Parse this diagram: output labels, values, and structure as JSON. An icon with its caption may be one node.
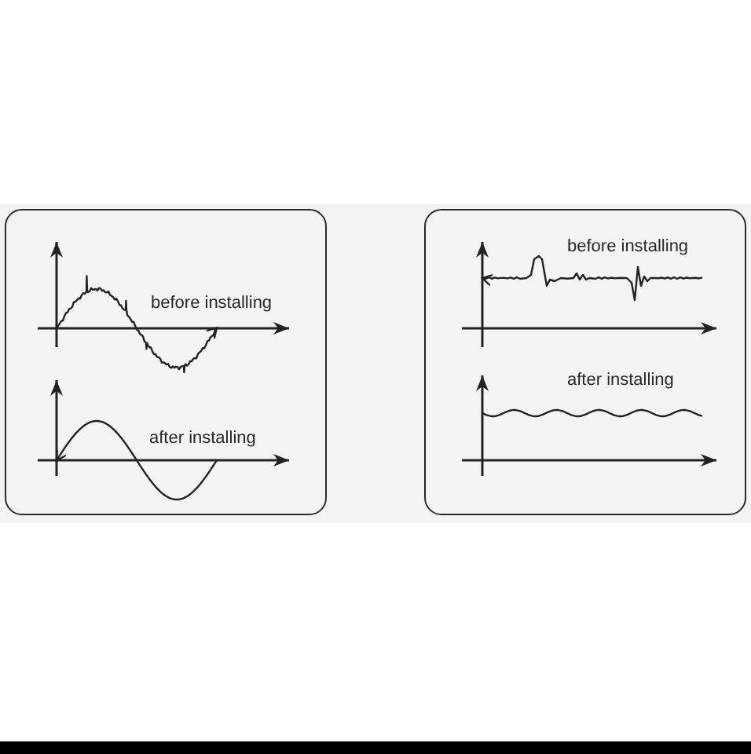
{
  "diagram": {
    "nodes": [
      {
        "text": [
          "before installing",
          "after installing"
        ]
      },
      {
        "text": [
          "before installing",
          "after installing"
        ]
      }
    ]
  }
}
